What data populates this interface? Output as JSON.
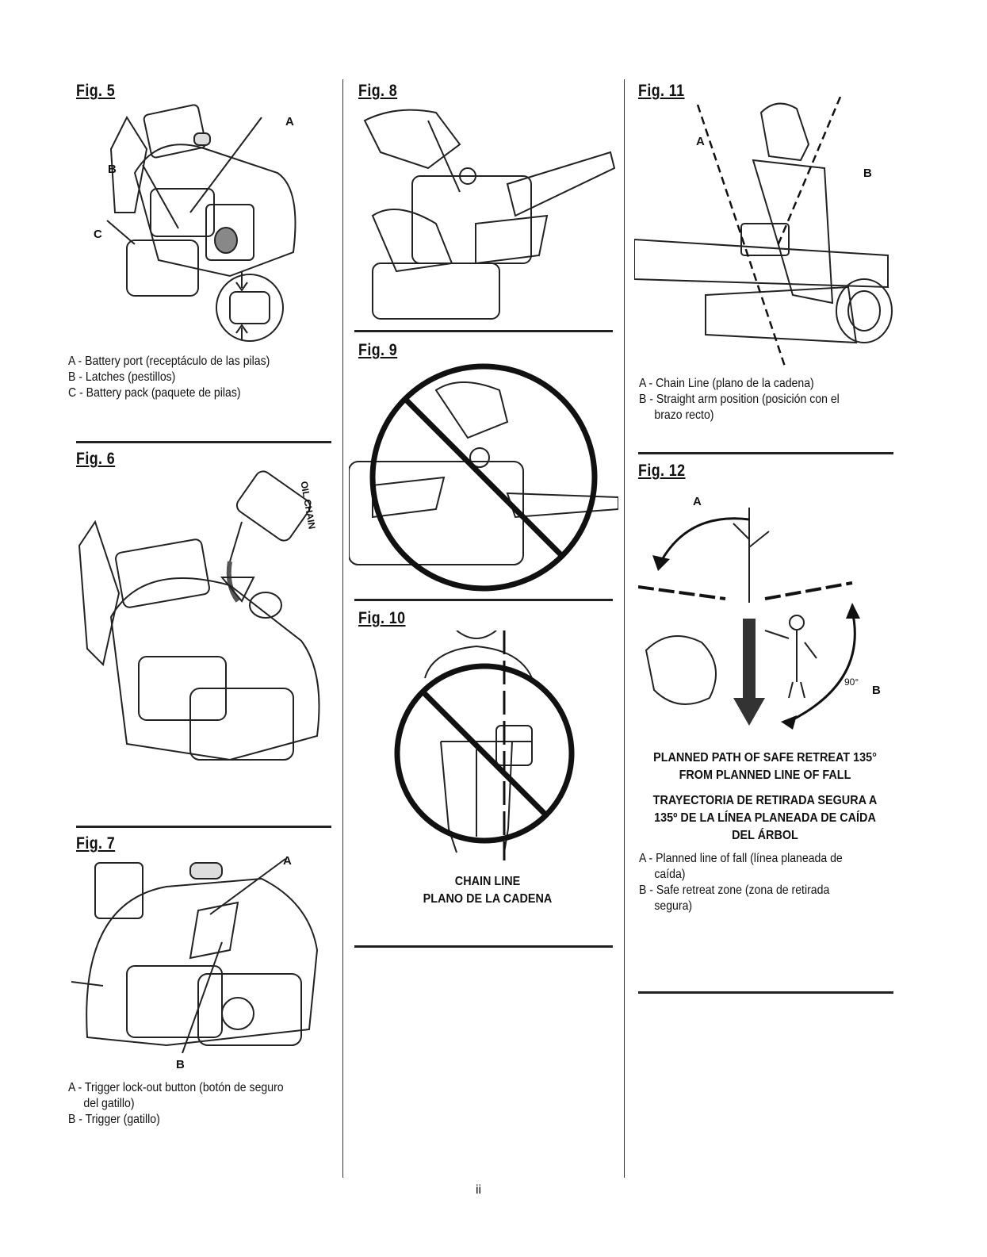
{
  "fig5": {
    "title": "Fig. 5",
    "label_a": "A",
    "label_b": "B",
    "label_c": "C",
    "captions": [
      "A - Battery port (receptáculo de las pilas)",
      "B - Latches (pestillos)",
      "C - Battery pack (paquete de pilas)"
    ]
  },
  "fig6": {
    "title": "Fig. 6",
    "bottle_text": "OIL CHAIN"
  },
  "fig7": {
    "title": "Fig. 7",
    "label_a": "A",
    "label_b": "B",
    "captions": [
      "A - Trigger lock-out button (botón de seguro",
      "del gatillo)",
      "B - Trigger (gatillo)"
    ]
  },
  "fig8": {
    "title": "Fig. 8"
  },
  "fig9": {
    "title": "Fig. 9"
  },
  "fig10": {
    "title": "Fig. 10",
    "line1": "CHAIN LINE",
    "line2": "PLANO DE LA CADENA"
  },
  "fig11": {
    "title": "Fig. 11",
    "label_a": "A",
    "label_b": "B",
    "captions": [
      "A - Chain Line (plano de la cadena)",
      "B - Straight arm position (posición con el",
      "brazo recto)"
    ]
  },
  "fig12": {
    "title": "Fig. 12",
    "label_a": "A",
    "label_b": "B",
    "angle": "90°",
    "heading_en_1": "PLANNED PATH OF SAFE RETREAT 135°",
    "heading_en_2": "FROM PLANNED LINE OF FALL",
    "heading_es_1": "TRAYECTORIA DE RETIRADA SEGURA A",
    "heading_es_2": "135º DE LA LÍNEA PLANEADA DE CAÍDA",
    "heading_es_3": "DEL ÁRBOL",
    "captions": [
      "A - Planned line of fall (línea planeada de",
      "caída)",
      "B - Safe retreat zone (zona de retirada",
      "segura)"
    ]
  },
  "page_number": "ii"
}
